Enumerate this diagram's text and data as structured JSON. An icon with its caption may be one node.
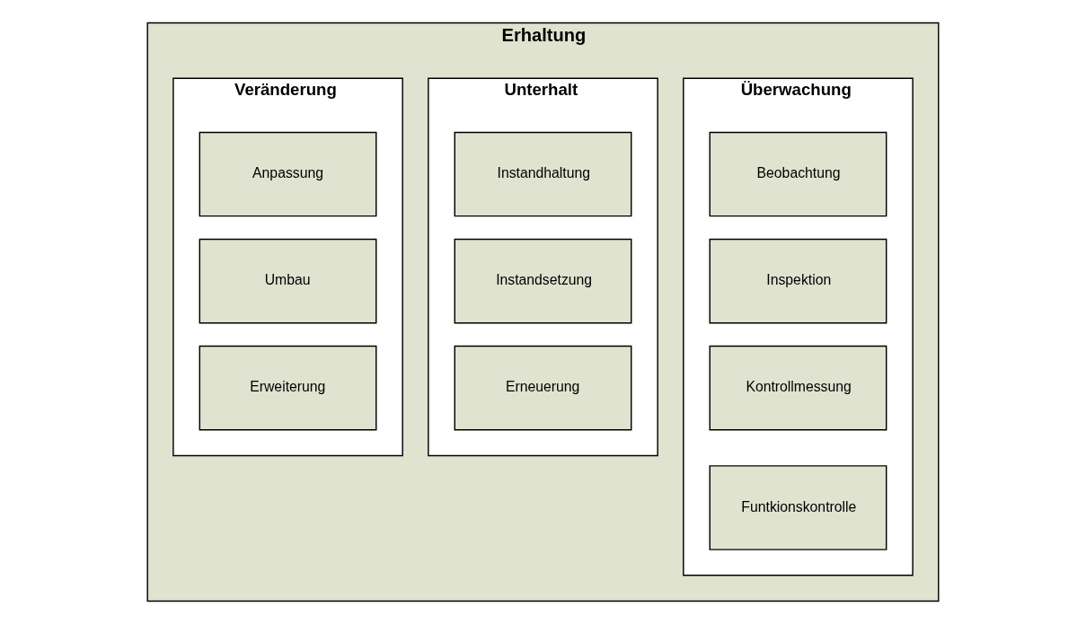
{
  "diagram": {
    "nodes": [
      {
        "text": [
          "Erhaltung"
        ]
      },
      {
        "text": [
          "Überwachung"
        ],
        "in": 0
      },
      {
        "text": [
          "Beobachtung"
        ],
        "in": 1
      },
      {
        "text": [
          "Inspektion"
        ],
        "in": 1
      },
      {
        "text": [
          "Kontrollmessung"
        ],
        "in": 1
      },
      {
        "text": [
          "Funtkionskontrolle"
        ],
        "in": 1
      },
      {
        "text": [
          "Unterhalt"
        ],
        "in": 0
      },
      {
        "text": [
          "Instandhaltung"
        ],
        "in": 6
      },
      {
        "text": [
          "Instandsetzung"
        ],
        "in": 6
      },
      {
        "text": [
          "Erneuerung"
        ],
        "in": 6
      },
      {
        "text": [
          "Veränderung"
        ],
        "in": 0
      },
      {
        "text": [
          "Anpassung"
        ],
        "in": 10
      },
      {
        "text": [
          "Umbau"
        ],
        "in": 10
      },
      {
        "text": [
          "Erweiterung"
        ],
        "in": 10
      }
    ]
  }
}
